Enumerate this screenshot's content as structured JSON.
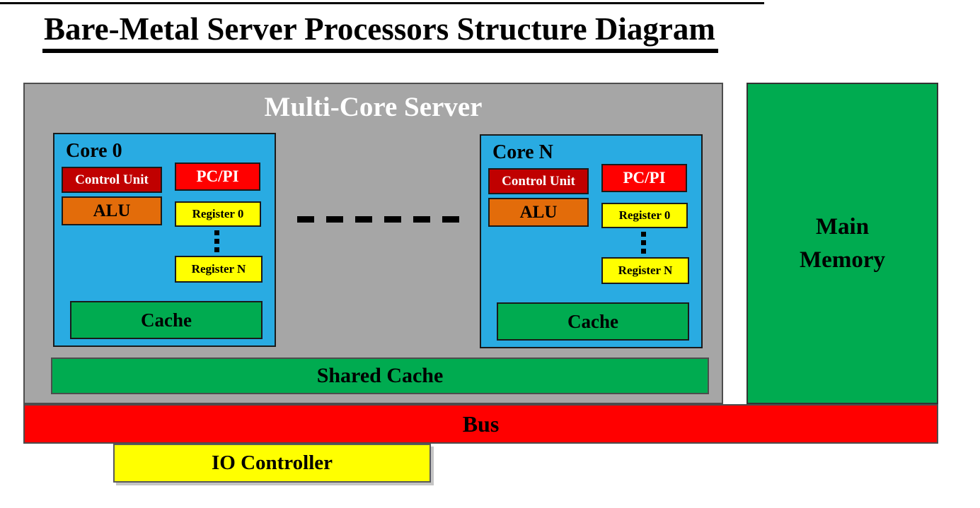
{
  "title": "Bare-Metal Server Processors Structure Diagram",
  "server": {
    "label": "Multi-Core Server"
  },
  "cores": [
    {
      "name": "Core 0",
      "control_unit": "Control Unit",
      "pc_pi": "PC/PI",
      "alu": "ALU",
      "register_top": "Register 0",
      "register_bottom": "Register N",
      "cache": "Cache"
    },
    {
      "name": "Core N",
      "control_unit": "Control Unit",
      "pc_pi": "PC/PI",
      "alu": "ALU",
      "register_top": "Register 0",
      "register_bottom": "Register N",
      "cache": "Cache"
    }
  ],
  "shared_cache": {
    "label": "Shared Cache"
  },
  "bus": {
    "label": "Bus"
  },
  "io_controller": {
    "label": "IO Controller"
  },
  "main_memory": {
    "line1": "Main",
    "line2": "Memory"
  },
  "colors": {
    "gray": "#A6A6A6",
    "blue": "#29ABE2",
    "dark-red": "#C00000",
    "red": "#FF0000",
    "orange": "#E36C0A",
    "yellow": "#FFFF00",
    "green": "#00AB50"
  }
}
